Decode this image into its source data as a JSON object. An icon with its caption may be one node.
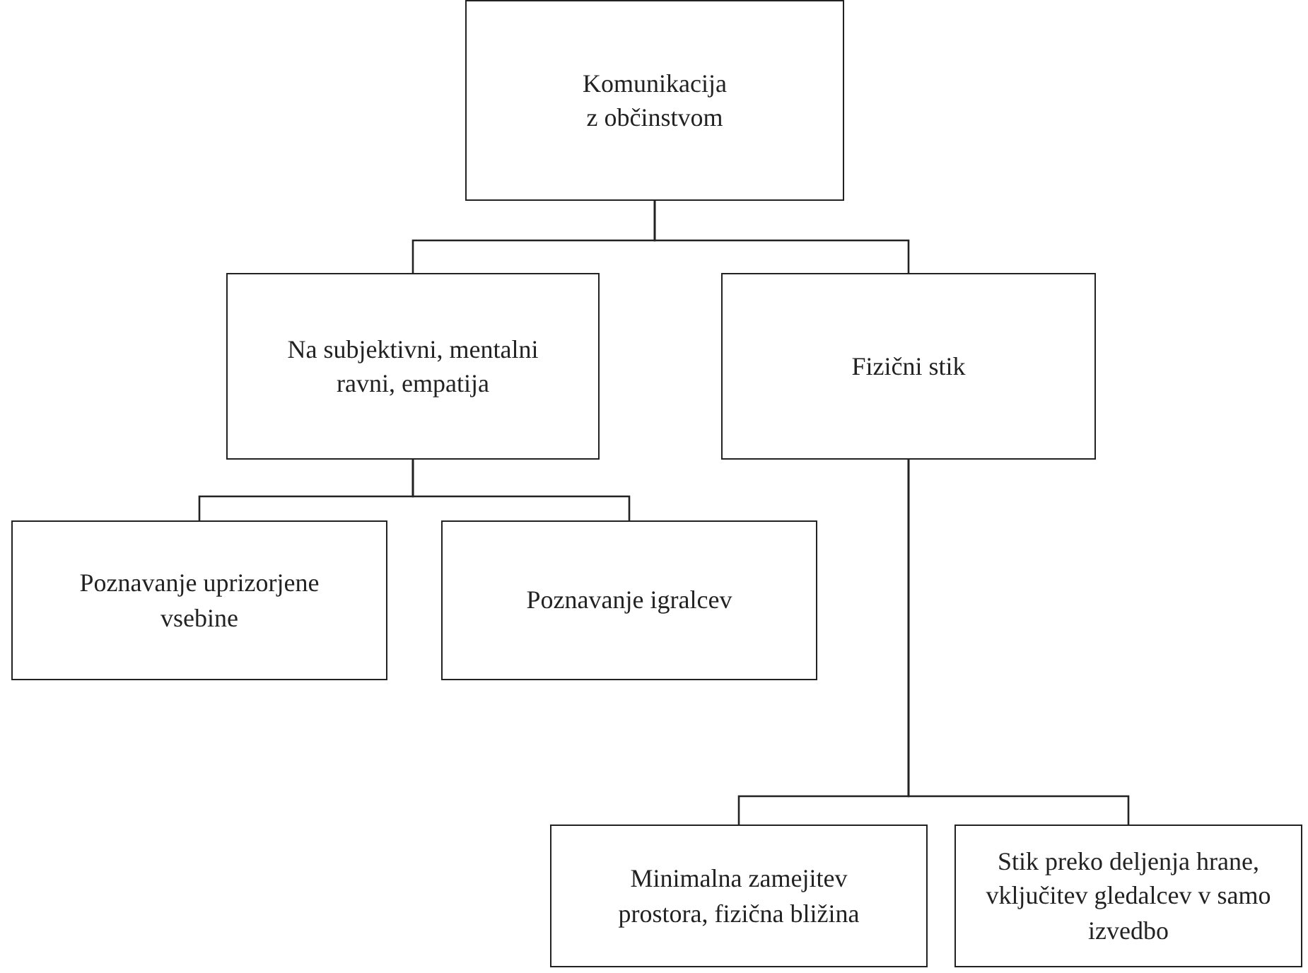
{
  "diagram": {
    "nodes": [
      {
        "text": [
          "Komunikacija z občinstvom"
        ]
      },
      {
        "text": [
          "Na subjektivni, mentalni ravni, empatija"
        ]
      },
      {
        "text": [
          "Fizični stik"
        ]
      },
      {
        "text": [
          "Poznavanje uprizorjene vsebine"
        ]
      },
      {
        "text": [
          "Poznavanje igralcev"
        ]
      },
      {
        "text": [
          "Minimalna zamejitev prostora, fizična bližina"
        ]
      },
      {
        "text": [
          "Stik preko deljenja hrane, vključitev gledalcev v samo izvedbo"
        ]
      }
    ],
    "edges": [
      {
        "from": 0,
        "to": 1,
        "arrow": "none"
      },
      {
        "from": 0,
        "to": 2,
        "arrow": "none"
      },
      {
        "from": 1,
        "to": 3,
        "arrow": "none"
      },
      {
        "from": 1,
        "to": 4,
        "arrow": "none"
      },
      {
        "from": 2,
        "to": 5,
        "arrow": "none"
      },
      {
        "from": 2,
        "to": 6,
        "arrow": "none"
      }
    ]
  }
}
